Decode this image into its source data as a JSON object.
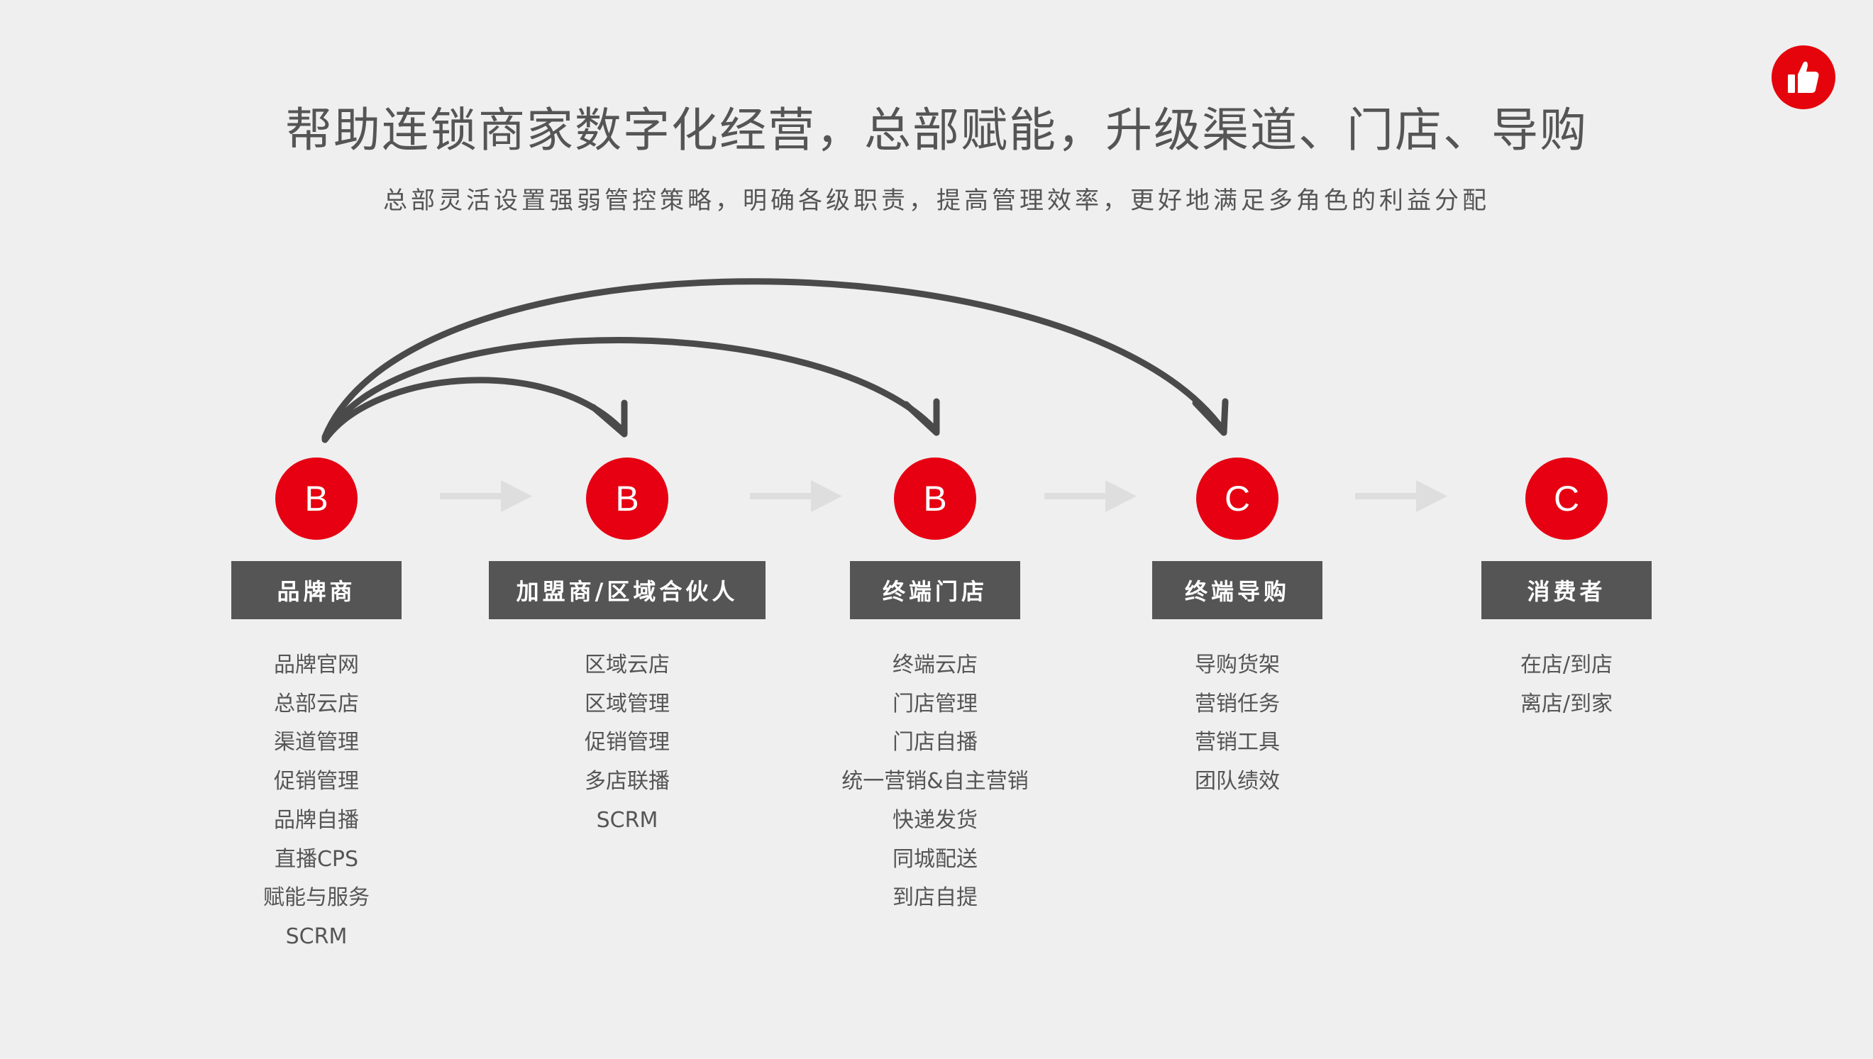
{
  "title": "帮助连锁商家数字化经营，总部赋能，升级渠道、门店、导购",
  "subtitle": "总部灵活设置强弱管控策略，明确各级职责，提高管理效率，更好地满足多角色的利益分配",
  "logo_icon": "thumbs-up-icon",
  "colors": {
    "accent": "#e60012",
    "label_bg": "#555555",
    "arc": "#4a4a4a",
    "flow_arrow": "#dedede"
  },
  "stages": [
    {
      "type": "B",
      "name": "品牌商",
      "items": [
        "品牌官网",
        "总部云店",
        "渠道管理",
        "促销管理",
        "品牌自播",
        "直播CPS",
        "赋能与服务",
        "SCRM"
      ]
    },
    {
      "type": "B",
      "name": "加盟商/区域合伙人",
      "items": [
        "区域云店",
        "区域管理",
        "促销管理",
        "多店联播",
        "SCRM"
      ]
    },
    {
      "type": "B",
      "name": "终端门店",
      "items": [
        "终端云店",
        "门店管理",
        "门店自播",
        "统一营销&自主营销",
        "快递发货",
        "同城配送",
        "到店自提"
      ]
    },
    {
      "type": "C",
      "name": "终端导购",
      "items": [
        "导购货架",
        "营销任务",
        "营销工具",
        "团队绩效"
      ]
    },
    {
      "type": "C",
      "name": "消费者",
      "items": [
        "在店/到店",
        "离店/到家"
      ]
    }
  ]
}
